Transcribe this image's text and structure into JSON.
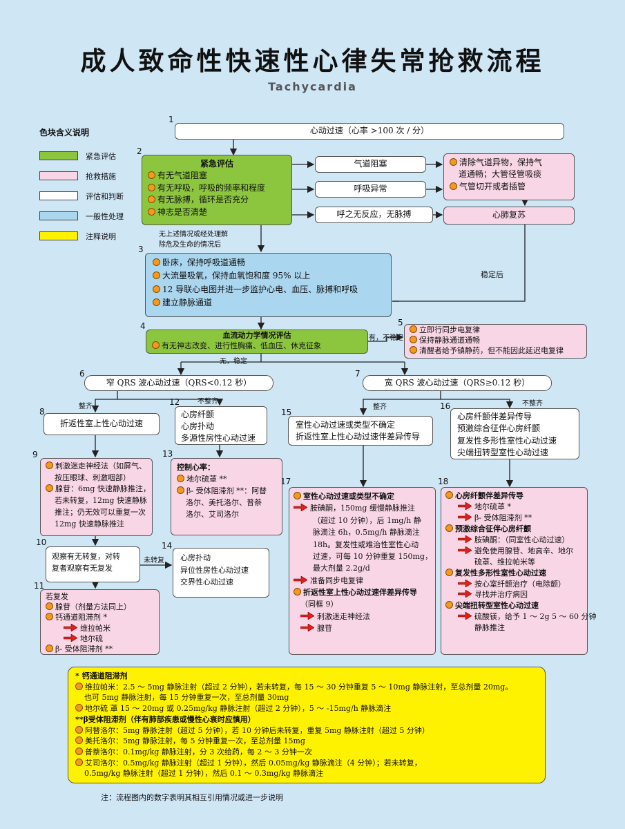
{
  "title": "成人致命性快速性心律失常抢救流程",
  "subtitle": "Tachycardia",
  "colors": {
    "green": "#8cc63f",
    "pink": "#f8d6e5",
    "white": "#ffffff",
    "blue": "#aad6ef",
    "yellow": "#fff200"
  },
  "legend": {
    "title": "色块含义说明",
    "items": [
      {
        "label": "紧急评估",
        "color": "green"
      },
      {
        "label": "抢救措施",
        "color": "pink"
      },
      {
        "label": "评估和判断",
        "color": "white"
      },
      {
        "label": "一般性处理",
        "color": "blue"
      },
      {
        "label": "注释说明",
        "color": "yellow"
      }
    ]
  },
  "nums": {
    "n1": "1",
    "n2": "2",
    "n3": "3",
    "n4": "4",
    "n5": "5",
    "n6": "6",
    "n7": "7",
    "n8": "8",
    "n9": "9",
    "n10": "10",
    "n11": "11",
    "n12": "12",
    "n13": "13",
    "n14": "14",
    "n15": "15",
    "n16": "16",
    "n17": "17",
    "n18": "18"
  },
  "box1": "心动过速（心率 >100 次 / 分）",
  "box2": {
    "title": "紧急评估",
    "items": [
      "有无气道阻塞",
      "有无呼吸，呼吸的频率和程度",
      "有无脉搏，循环是否充分",
      "神志是否清楚"
    ]
  },
  "airway": "气道阻塞",
  "breath": "呼吸异常",
  "nopulse": "呼之无反应，无脉搏",
  "clear": {
    "items": [
      "清除气道异物，保持气",
      "道通畅；大管径管吸痰",
      "气管切开或者插管"
    ]
  },
  "cpr": "心肺复苏",
  "note_none": [
    "无上述情况或经处理解",
    "除危及生命的情况后"
  ],
  "stable_after": "稳定后",
  "box3": {
    "items": [
      "卧床，保持呼吸道通畅",
      "大流量吸氧，保持血氧饱和度 95% 以上",
      "12 导联心电图并进一步监护心电、血压、脉搏和呼吸",
      "建立静脉通道"
    ]
  },
  "box4": {
    "title": "血流动力学情况评估",
    "item": "有无神志改变、进行性胸痛、低血压、休克征象"
  },
  "unstable": "有，不稳定",
  "box5": {
    "items": [
      "立即行同步电复律",
      "保持静脉通道通畅",
      "清醒者给予镇静药，但不能因此延迟电复律"
    ]
  },
  "stable": "无，稳定",
  "narrow": "窄 QRS 波心动过速（QRS<0.12 秒）",
  "wide": "宽 QRS 波心动过速（QRS≥0.12 秒）",
  "regular": "整齐",
  "irregular": "不整齐",
  "box8": "折返性室上性心动过速",
  "box12": [
    "心房纤颤",
    "心房扑动",
    "多源性房性心动过速"
  ],
  "box9": {
    "items": [
      "刺激迷走神经法（如屏气、",
      "按压眼球、刺激咽部）",
      "腺苷：6mg 快速静脉推注，",
      "若未转复，12mg 快速静脉",
      "推注；仍无效可以重复一次",
      "12mg 快速静脉推注"
    ]
  },
  "box13": {
    "title": "控制心率：",
    "items": [
      "地尔硫䓬 **",
      "β- 受体阻滞剂 **：阿替",
      "洛尔、美托洛尔、普萘",
      "洛尔、艾司洛尔"
    ]
  },
  "box10": [
    "观察有无转复，对转",
    "复者观察有无复发"
  ],
  "not_converted": "未转复",
  "box14": [
    "心房扑动",
    "异位性房性心动过速",
    "交界性心动过速"
  ],
  "box11": {
    "title": "若复发",
    "items": [
      "腺苷（剂量方法同上）",
      "钙通道阻滞剂 *",
      "维拉帕米",
      "地尔硫",
      "β- 受体阻滞剂 **"
    ]
  },
  "box15": [
    "室性心动过速或类型不确定",
    "折返性室上性心动过速伴差异传导"
  ],
  "box16": [
    "心房纤颤伴差异传导",
    "预激综合征伴心房纤颤",
    "复发性多形性室性心动过速",
    "尖端扭转型室性心动过速"
  ],
  "box17": {
    "h1": "室性心动过速或类型不确定",
    "lines": [
      "胺碘酮，150mg 缓慢静脉推注",
      "（超过 10 分钟），后 1mg/h 静",
      "脉滴注 6h，0.5mg/h 静脉滴注",
      "18h。复发性或难治性室性心动",
      "过速，可每 10 分钟重复 150mg，",
      "最大剂量 2.2g/d",
      "准备同步电复律"
    ],
    "h2": "折返性室上性心动过速伴差异传导",
    "h2b": "（同框 9）",
    "tail": [
      "刺激迷走神经法",
      "腺苷"
    ]
  },
  "box18": {
    "s1": "心房纤颤伴差异传导",
    "s1a": "地尔硫䓬 *",
    "s1b": "β- 受体阻滞剂 **",
    "s2": "预激综合征伴心房纤颤",
    "s2a": "胺碘酮：（同室性心动过速）",
    "s2b": "避免使用腺苷、地高辛、地尔",
    "s2c": "硫䓬、维拉帕米等",
    "s3": "复发性多形性室性心动过速",
    "s3a": "按心室纤颤治疗（电除颤）",
    "s3b": "寻找并治疗病因",
    "s4": "尖端扭转型室性心动过速",
    "s4a": "硫酸镁，给予 1 ～ 2g 5 ～ 60 分钟",
    "s4b": "静脉推注"
  },
  "notes": {
    "h1": "* 钙通道阻滞剂",
    "l1": "维拉帕米：2.5 ～ 5mg 静脉注射（超过 2 分钟），若未转复，每 15 ～ 30 分钟重复 5 ～ 10mg 静脉注射，至总剂量 20mg。",
    "l1b": "也可 5mg 静脉注射，每 15 分钟重复一次，至总剂量 30mg",
    "l2": "地尔硫 䓬 15 ～ 20mg 或 0.25mg/kg 静脉注射（超过 2 分钟），5 ～ -15mg/h 静脉滴注",
    "h2": "**β受体阻滞剂（伴有肺部疾患或慢性心衰时应慎用）",
    "l3": "阿替洛尔：5mg 静脉注射（超过 5 分钟），若 10 分钟后未转复，重复 5mg 静脉注射（超过 5 分钟）",
    "l4": "美托洛尔：5mg 静脉注射，每 5 分钟重复一次，至总剂量 15mg",
    "l5": "普萘洛尔：0.1mg/kg 静脉注射，分 3 次给药，每 2 ～ 3 分钟一次",
    "l6": "艾司洛尔：0.5mg/kg 静脉注射（超过 1 分钟），然后 0.05mg/kg 静脉滴注（4 分钟）；若未转复，",
    "l6b": "0.5mg/kg 静脉注射（超过 1 分钟），然后 0.1 ～ 0.3mg/kg 静脉滴注"
  },
  "footnote": "注：流程图内的数字表明其相互引用情况或进一步说明"
}
